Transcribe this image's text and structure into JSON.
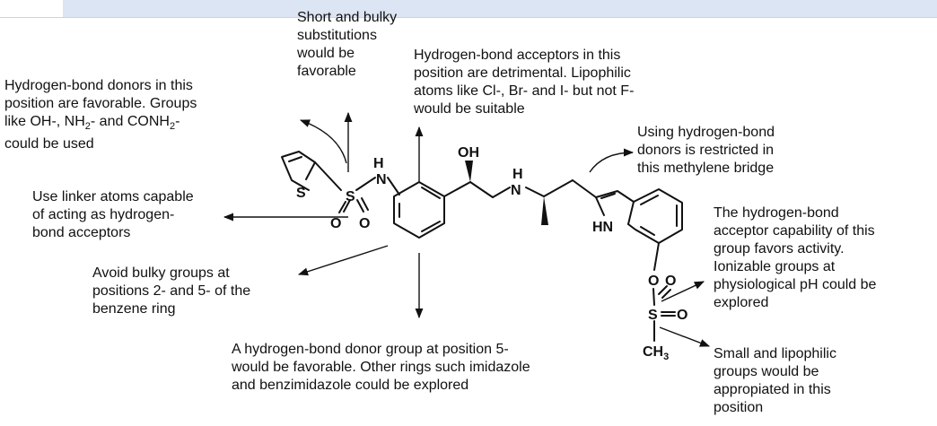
{
  "annotations": {
    "short_bulky": "Short and bulky\nsubstitutions\nwould be\nfavorable",
    "hb_acceptor_detrimental": "Hydrogen-bond acceptors in this\nposition are detrimental. Lipophilic\natoms like Cl-, Br- and I- but not F-\nwould be suitable",
    "hb_donor_favorable_line1": "Hydrogen-bond donors in this",
    "hb_donor_favorable_line2": "position are favorable. Groups",
    "hb_donor_favorable_line3_pre": "like OH-, NH",
    "hb_donor_favorable_line3_mid": "- and CONH",
    "hb_donor_favorable_line3_post": "-",
    "hb_donor_favorable_line4": "could be used",
    "subscript_2": "2",
    "methylene": "Using hydrogen-bond\ndonors is restricted in\nthis methylene bridge",
    "linker_atoms": "Use linker atoms capable\nof acting as hydrogen-\nbond acceptors",
    "acceptor_capability": "The hydrogen-bond\nacceptor capability of this\ngroup favors activity.\nIonizable groups at\nphysiological pH could be\nexplored",
    "avoid_bulky": "Avoid bulky groups at\npositions 2- and 5- of the\nbenzene ring",
    "position5": "A hydrogen-bond donor group at position 5-\nwould be favorable. Other rings such imidazole\nand benzimidazole could be explored",
    "small_lipophilic": "Small and lipophilic\ngroups would be\nappropiated in this\nposition"
  },
  "atoms": {
    "s_thiophene": "S",
    "s_sulfonyl": "S",
    "o_left": "O",
    "o_right": "O",
    "nh_sulfonamide_h": "H",
    "nh_sulfonamide_n": "N",
    "oh": "OH",
    "nh_amine_h": "H",
    "nh_amine_n": "N",
    "indole_nh": "HN",
    "o_ester": "O",
    "o_top": "O",
    "s_mesyl": "S",
    "o_mesyl_right": "O",
    "ch3_c": "CH",
    "ch3_sub": "3"
  }
}
